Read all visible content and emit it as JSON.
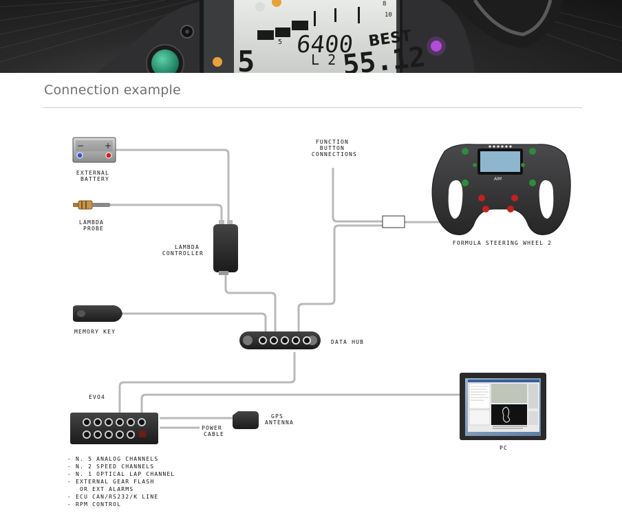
{
  "banner": {
    "lcd_gear": "5",
    "lcd_gear_small": "5",
    "lcd_rpm": "6400",
    "lcd_lap": "L 2",
    "lcd_best_label": "BEST",
    "lcd_best_time": "55.12",
    "lcd_scale_top": "8",
    "lcd_scale_bottom": "10"
  },
  "heading": "Connection example",
  "labels": {
    "battery": [
      "EXTERNAL",
      "BATTERY"
    ],
    "lambda_probe": [
      "LAMBDA",
      "PROBE"
    ],
    "lambda_controller": [
      "LAMBDA",
      "CONTROLLER"
    ],
    "memory_key": "MEMORY KEY",
    "function_buttons": [
      "FUNCTION",
      "BUTTON",
      "CONNECTIONS"
    ],
    "steering_wheel": "FORMULA STEERING WHEEL 2",
    "data_hub": "DATA HUB",
    "evo4": "EVO4",
    "gps": [
      "GPS",
      "ANTENNA"
    ],
    "power_cable": [
      "POWER",
      "CABLE"
    ],
    "pc": "PC"
  },
  "features": [
    "- N. 5 ANALOG CHANNELS",
    "- N. 2 SPEED CHANNELS",
    "- N. 1 OPTICAL LAP CHANNEL",
    "- EXTERNAL GEAR FLASH",
    "   OR EXT ALARMS",
    "- ECU CAN/RS232/K LINE",
    "- RPM CONTROL"
  ],
  "battery_terminals": {
    "neg": "−",
    "pos": "+"
  },
  "wheel_logo": "AIM",
  "colors": {
    "cable": "#b9b9b9",
    "device": "#2b2b2b",
    "green_button": "#2e8b3a",
    "red_button": "#c0221e",
    "accent_orange": "#e8a23a",
    "accent_purple": "#b44ad8"
  }
}
